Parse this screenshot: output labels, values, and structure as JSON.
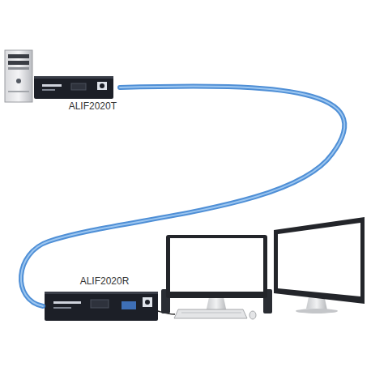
{
  "diagram": {
    "nodes": [
      {
        "text": [
          "ALIF2020T"
        ]
      },
      {
        "text": [
          "ALIF2020R"
        ]
      }
    ],
    "edges": [
      {
        "from": 0,
        "to": 1,
        "arrow": "none"
      }
    ]
  }
}
